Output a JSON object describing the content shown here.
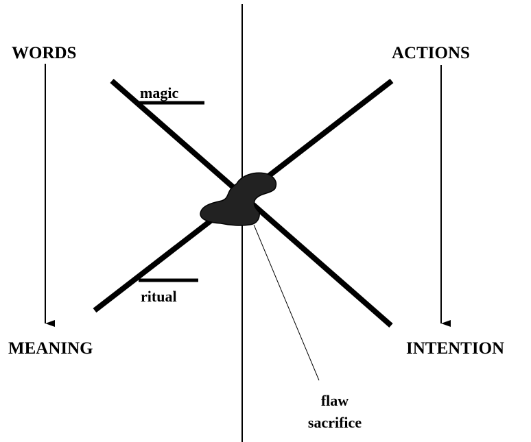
{
  "labels": {
    "top_left": "WORDS",
    "top_right": "ACTIONS",
    "bottom_left": "MEANING",
    "bottom_right": "INTENTION",
    "upper_diagonal": "magic",
    "lower_diagonal": "ritual",
    "center_line1": "flaw",
    "center_line2": "sacrifice"
  },
  "colors": {
    "ink": "#000000",
    "blot": "#222222",
    "background": "#ffffff"
  }
}
